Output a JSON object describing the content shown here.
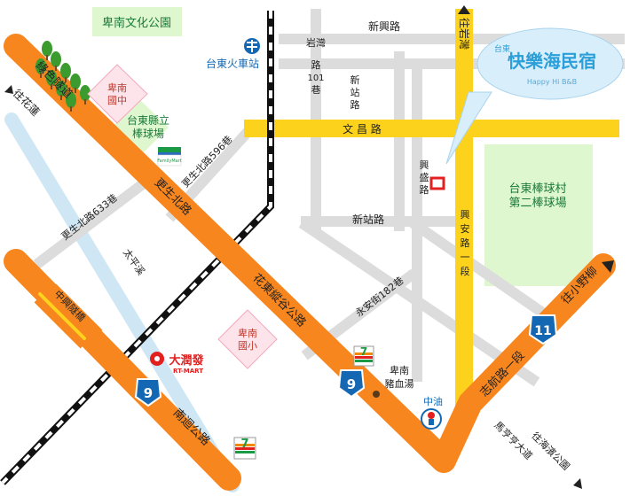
{
  "colors": {
    "orange": "#f7861e",
    "yellow": "#fcd21c",
    "gray": "#dcdcdc",
    "river": "#cfe7f5",
    "park": "#dff7cf",
    "school": "#fde3ea",
    "school_border": "#f3a9bd",
    "badge": "#1468b3",
    "brand": "#2b9fd9"
  },
  "parks": {
    "north": "卑南文化公園",
    "baseball_village_1": "台東棒球村",
    "baseball_village_2": "第二棒球場",
    "county_1": "台東縣立",
    "county_2": "棒球場"
  },
  "schools": {
    "junior_1": "卑南",
    "junior_2": "國中",
    "elem_1": "卑南",
    "elem_2": "國小"
  },
  "roads": {
    "xinxing": "新興路",
    "yancun_1": "岩灣",
    "yancun_2": "路",
    "yancun_3": "101",
    "yancun_4": "巷",
    "xinzhan_1": "新",
    "xinzhan_2": "站",
    "xinzhan_3": "路",
    "xinzhan_h": "新站路",
    "wenchang": "文 昌 路",
    "xingsheng_1": "興",
    "xingsheng_2": "盛",
    "xingsheng_3": "路",
    "xingan_1": "興",
    "xingan_2": "安",
    "xingan_3": "路",
    "xingan_4": "一",
    "xingan_5": "段",
    "gengsheng_north": "更生北路",
    "lane596": "更生北路596巷",
    "lane633": "更生北路633巷",
    "lvse": "綠色隧道",
    "huadong": "花東縱谷公路",
    "yongan": "永安街182巷",
    "zhihang": "志航路一段",
    "zhongxing": "中興隧橋",
    "nanhuan": "南迴公路",
    "mati": "馬亨亨大道",
    "taipingxi": "太平溪"
  },
  "directions": {
    "to_yanwan": "往岩灣",
    "to_hualien": "往花蓮",
    "to_xiaoyeliu": "往小野柳",
    "to_haibin": "往海濱公園"
  },
  "landmarks": {
    "station": "台東火車站",
    "familymart": "FamilyMart",
    "rtmart": "大潤發",
    "rtmart_en": "RT-MART",
    "zhongyou": "中油",
    "blood_soup_1": "卑南",
    "blood_soup_2": "豬血湯"
  },
  "brand": {
    "prefix": "台東",
    "name": "快樂海民宿",
    "sub": "Happy Hi B&B"
  },
  "badges": {
    "nine": "9",
    "eleven": "11"
  },
  "icons": {
    "train": "train-station-icon",
    "seven": "seven-eleven-icon",
    "gas": "gas-station-icon"
  }
}
